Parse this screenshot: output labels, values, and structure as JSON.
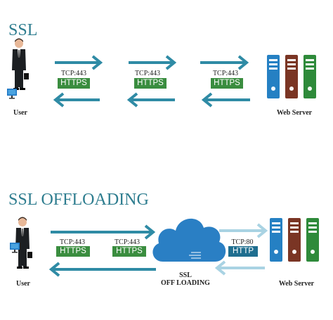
{
  "ssl": {
    "title": "SSL",
    "user_label": "User",
    "server_label": "Web Server",
    "segments": [
      {
        "protocol": "TCP:443",
        "badge": "HTTPS"
      },
      {
        "protocol": "TCP:443",
        "badge": "HTTPS"
      },
      {
        "protocol": "TCP:443",
        "badge": "HTTPS"
      }
    ]
  },
  "offload": {
    "title": "SSL OFFLOADING",
    "user_label": "User",
    "server_label": "Web Server",
    "cloud_label_line1": "SSL",
    "cloud_label_line2": "OFF LOADING",
    "client_segments": [
      {
        "protocol": "TCP:443",
        "badge": "HTTPS"
      },
      {
        "protocol": "TCP:443",
        "badge": "HTTPS"
      }
    ],
    "server_segment": {
      "protocol": "TCP:80",
      "badge": "HTTP"
    }
  },
  "colors": {
    "arrow": "#2f8ba5",
    "arrow_light": "#a9d3e3",
    "title": "#2e7d8f",
    "badge_green": "#3a8d3f",
    "badge_teal": "#1f6e8f",
    "server_blue": "#2580c3",
    "server_brown": "#7a3524",
    "server_green": "#2e8a3a",
    "cloud": "#2a7fc4"
  }
}
